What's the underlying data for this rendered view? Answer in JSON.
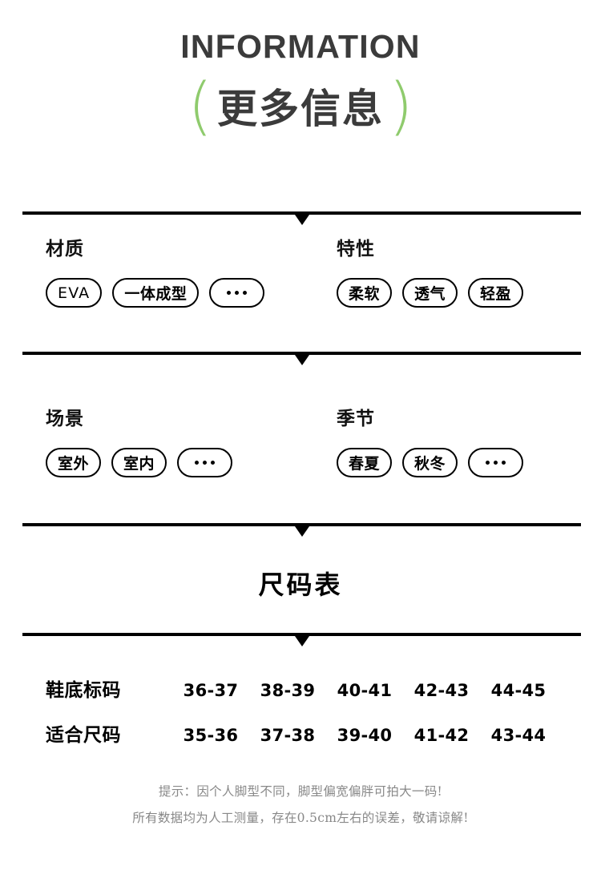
{
  "header": {
    "title_en": "INFORMATION",
    "title_cn": "更多信息",
    "paren_left": "(",
    "paren_right": ")",
    "paren_color": "#8FCB6D",
    "text_color": "#3b3b3b"
  },
  "spec_sections": [
    {
      "left": {
        "title": "材质",
        "chips": [
          {
            "label": "EVA",
            "kind": "latin"
          },
          {
            "label": "一体成型",
            "kind": "cn"
          },
          {
            "label": "···",
            "kind": "dots"
          }
        ]
      },
      "right": {
        "title": "特性",
        "chips": [
          {
            "label": "柔软",
            "kind": "cn"
          },
          {
            "label": "透气",
            "kind": "cn"
          },
          {
            "label": "轻盈",
            "kind": "cn"
          }
        ]
      }
    },
    {
      "left": {
        "title": "场景",
        "chips": [
          {
            "label": "室外",
            "kind": "cn"
          },
          {
            "label": "室内",
            "kind": "cn"
          },
          {
            "label": "···",
            "kind": "dots"
          }
        ]
      },
      "right": {
        "title": "季节",
        "chips": [
          {
            "label": "春夏",
            "kind": "cn"
          },
          {
            "label": "秋冬",
            "kind": "cn"
          },
          {
            "label": "···",
            "kind": "dots"
          }
        ]
      }
    }
  ],
  "size_chart": {
    "title": "尺码表",
    "rows": [
      {
        "label": "鞋底标码",
        "values": [
          "36-37",
          "38-39",
          "40-41",
          "42-43",
          "44-45"
        ]
      },
      {
        "label": "适合尺码",
        "values": [
          "35-36",
          "37-38",
          "39-40",
          "41-42",
          "43-44"
        ]
      }
    ],
    "notes": [
      "提示：因个人脚型不同，脚型偏宽偏胖可拍大一码!",
      "所有数据均为人工测量，存在0.5cm左右的误差，敬请谅解!"
    ]
  }
}
